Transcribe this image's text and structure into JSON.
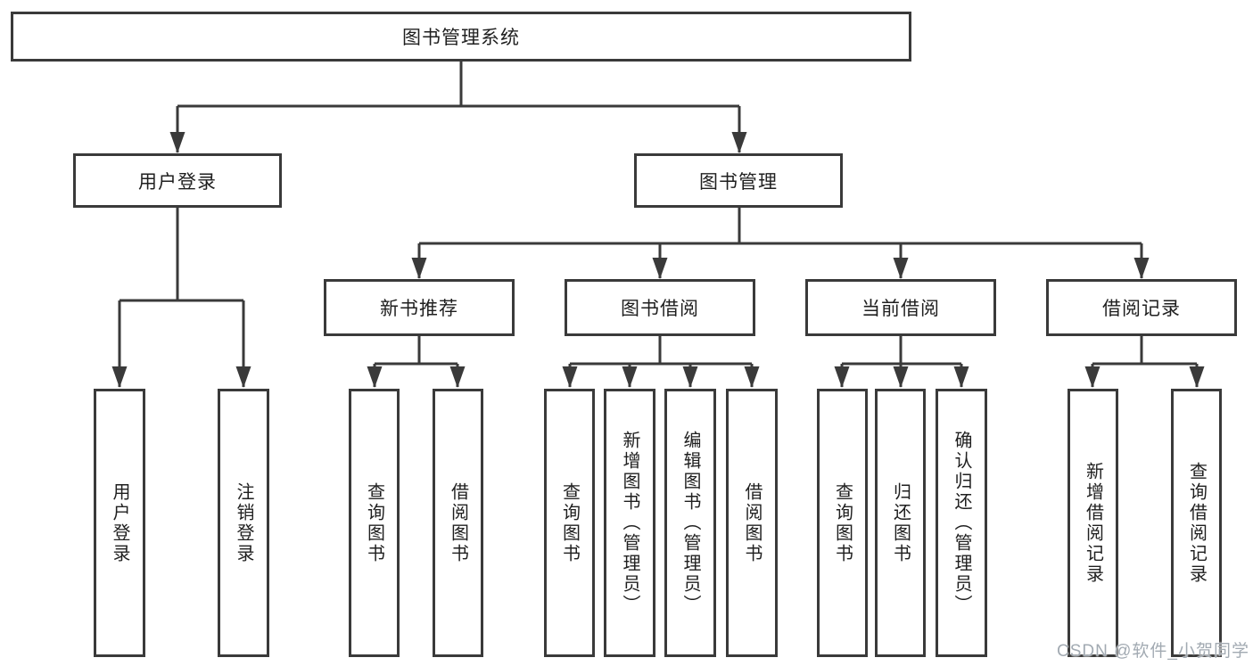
{
  "colors": {
    "line": "#3a3a3a",
    "text": "#1f1f1f",
    "watermark": "#a2aab2",
    "background": "#ffffff"
  },
  "diagram_type": "hierarchy-tree",
  "nodes": {
    "root": "图书管理系统",
    "user_login": "用户登录",
    "book_mgmt": "图书管理",
    "new_book_rec": "新书推荐",
    "book_borrow": "图书借阅",
    "current_borrow": "当前借阅",
    "borrow_record": "借阅记录",
    "login_leaf_1": "用户登录",
    "login_leaf_2": "注销登录",
    "rec_leaf_1": "查询图书",
    "rec_leaf_2": "借阅图书",
    "borrow_leaf_1": "查询图书",
    "borrow_leaf_2": "新增图书（管理员）",
    "borrow_leaf_3": "编辑图书（管理员）",
    "borrow_leaf_4": "借阅图书",
    "current_leaf_1": "查询图书",
    "current_leaf_2": "归还图书",
    "current_leaf_3": "确认归还（管理员）",
    "record_leaf_1": "新增借阅记录",
    "record_leaf_2": "查询借阅记录"
  },
  "watermark": "CSDN @软件_小贺同学"
}
